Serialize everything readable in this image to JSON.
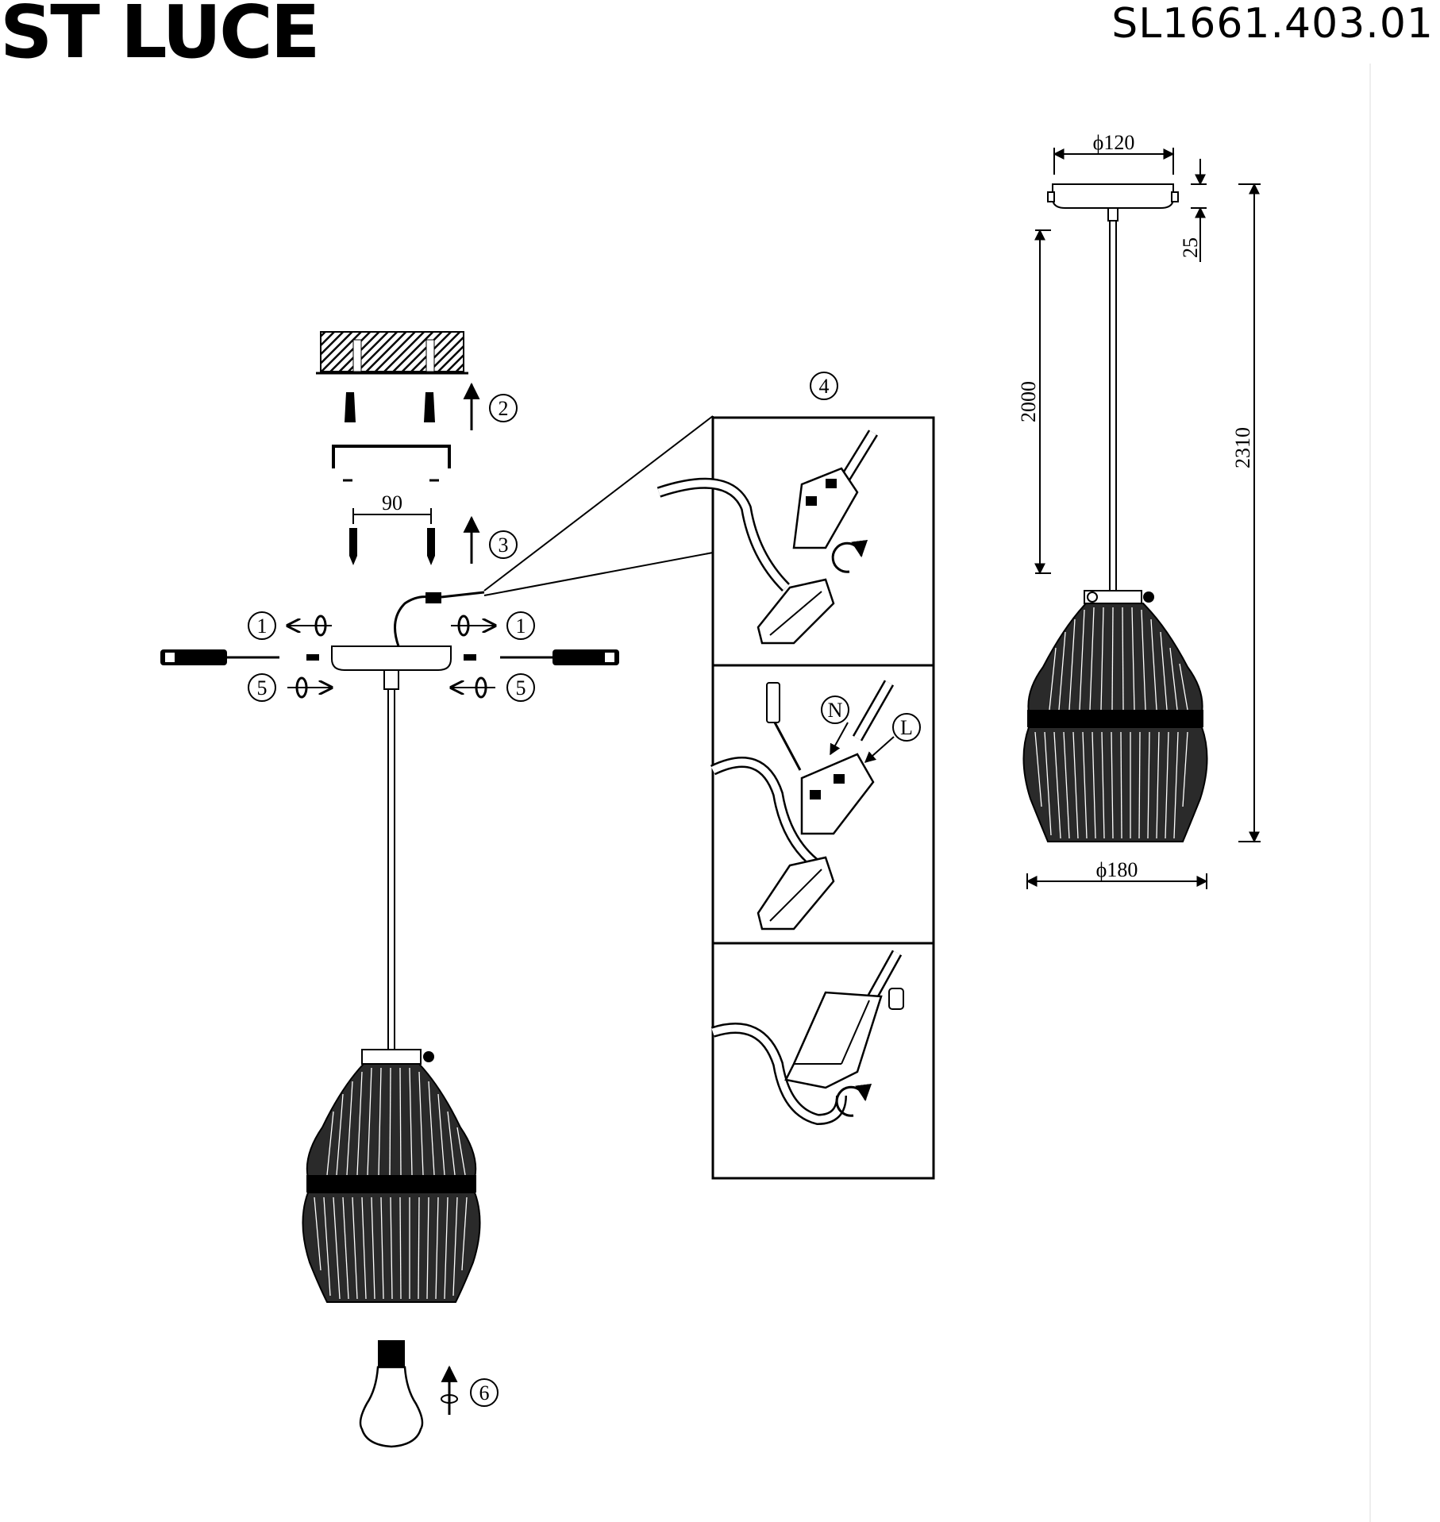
{
  "header": {
    "brand": "ST LUCE",
    "model": "SL1661.403.01"
  },
  "steps": {
    "s1": "1",
    "s2": "2",
    "s3": "3",
    "s4": "4",
    "s5": "5",
    "s6": "6"
  },
  "dimensions": {
    "mount_spacing": "90",
    "canopy_diameter": "ϕ120",
    "canopy_height": "25",
    "cord_length": "2000",
    "total_height": "2310",
    "shade_diameter": "ϕ180"
  },
  "wiring": {
    "neutral": "N",
    "live": "L"
  }
}
